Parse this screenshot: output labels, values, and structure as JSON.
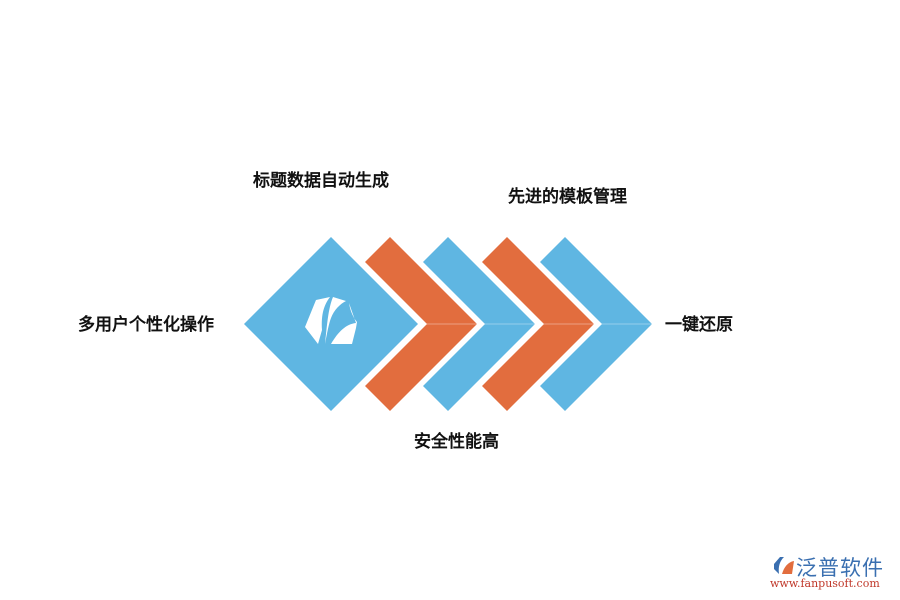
{
  "diagram": {
    "colors": {
      "blue": "#5fb6e2",
      "orange": "#e26d3e",
      "white": "#ffffff"
    },
    "center_icon": "fanpu-logo-icon",
    "chevron_count": 4,
    "labels": {
      "left": "多用户个性化操作",
      "top1": "标题数据自动生成",
      "top2": "先进的模板管理",
      "bottom": "安全性能高",
      "right": "一键还原"
    }
  },
  "watermark": {
    "name": "泛普软件",
    "url": "www.fanpusoft.com",
    "icon": "fanpu-logo-icon"
  }
}
